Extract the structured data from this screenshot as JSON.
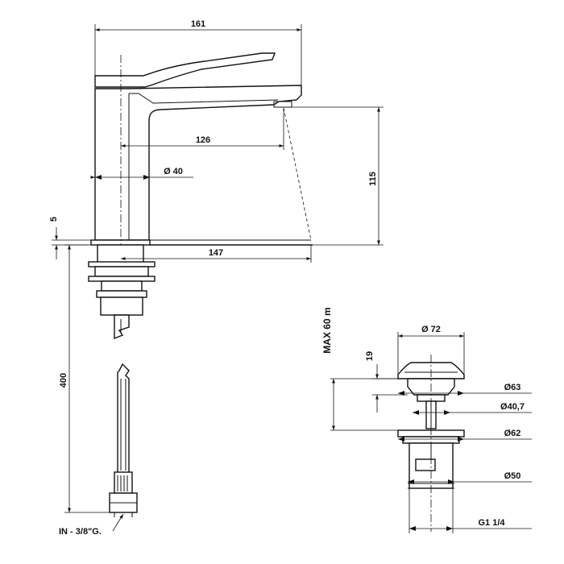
{
  "faucet": {
    "dim_total_length": "161",
    "dim_spout_reach": "126",
    "dim_body_diameter": "Ø 40",
    "dim_base_thickness": "5",
    "dim_spout_height": "115",
    "dim_projection": "147",
    "dim_hose_length": "400",
    "inlet_label": "IN - 3/8\"G."
  },
  "drain": {
    "dim_max_height": "MAX 60 m",
    "dim_cap_diameter": "Ø 72",
    "dim_cap_height": "19",
    "dim_d63": "Ø63",
    "dim_d40_7": "Ø40,7",
    "dim_d62": "Ø62",
    "dim_d50": "Ø50",
    "dim_thread": "G1 1/4"
  }
}
